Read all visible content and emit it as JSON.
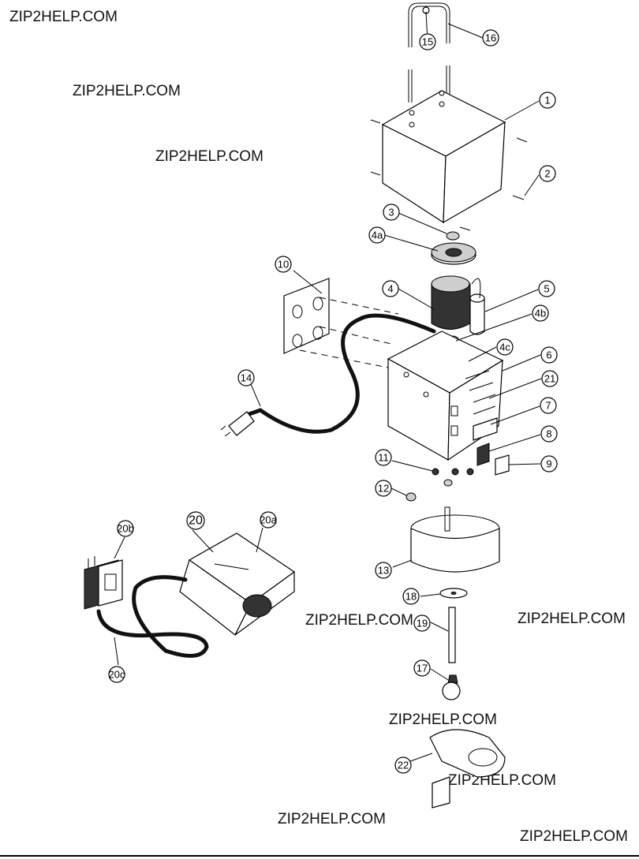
{
  "watermark": "ZIP2HELP.COM",
  "callouts": {
    "c1": "1",
    "c2": "2",
    "c3": "3",
    "c4": "4",
    "c4a": "4a",
    "c4b": "4b",
    "c4c": "4c",
    "c5": "5",
    "c6": "6",
    "c7": "7",
    "c8": "8",
    "c9": "9",
    "c10": "10",
    "c11": "11",
    "c12": "12",
    "c13": "13",
    "c14": "14",
    "c15": "15",
    "c16": "16",
    "c17": "17",
    "c18": "18",
    "c19": "19",
    "c20": "20",
    "c20a": "20a",
    "c20b": "20b",
    "c20c": "20c",
    "c21": "21",
    "c22": "22"
  }
}
